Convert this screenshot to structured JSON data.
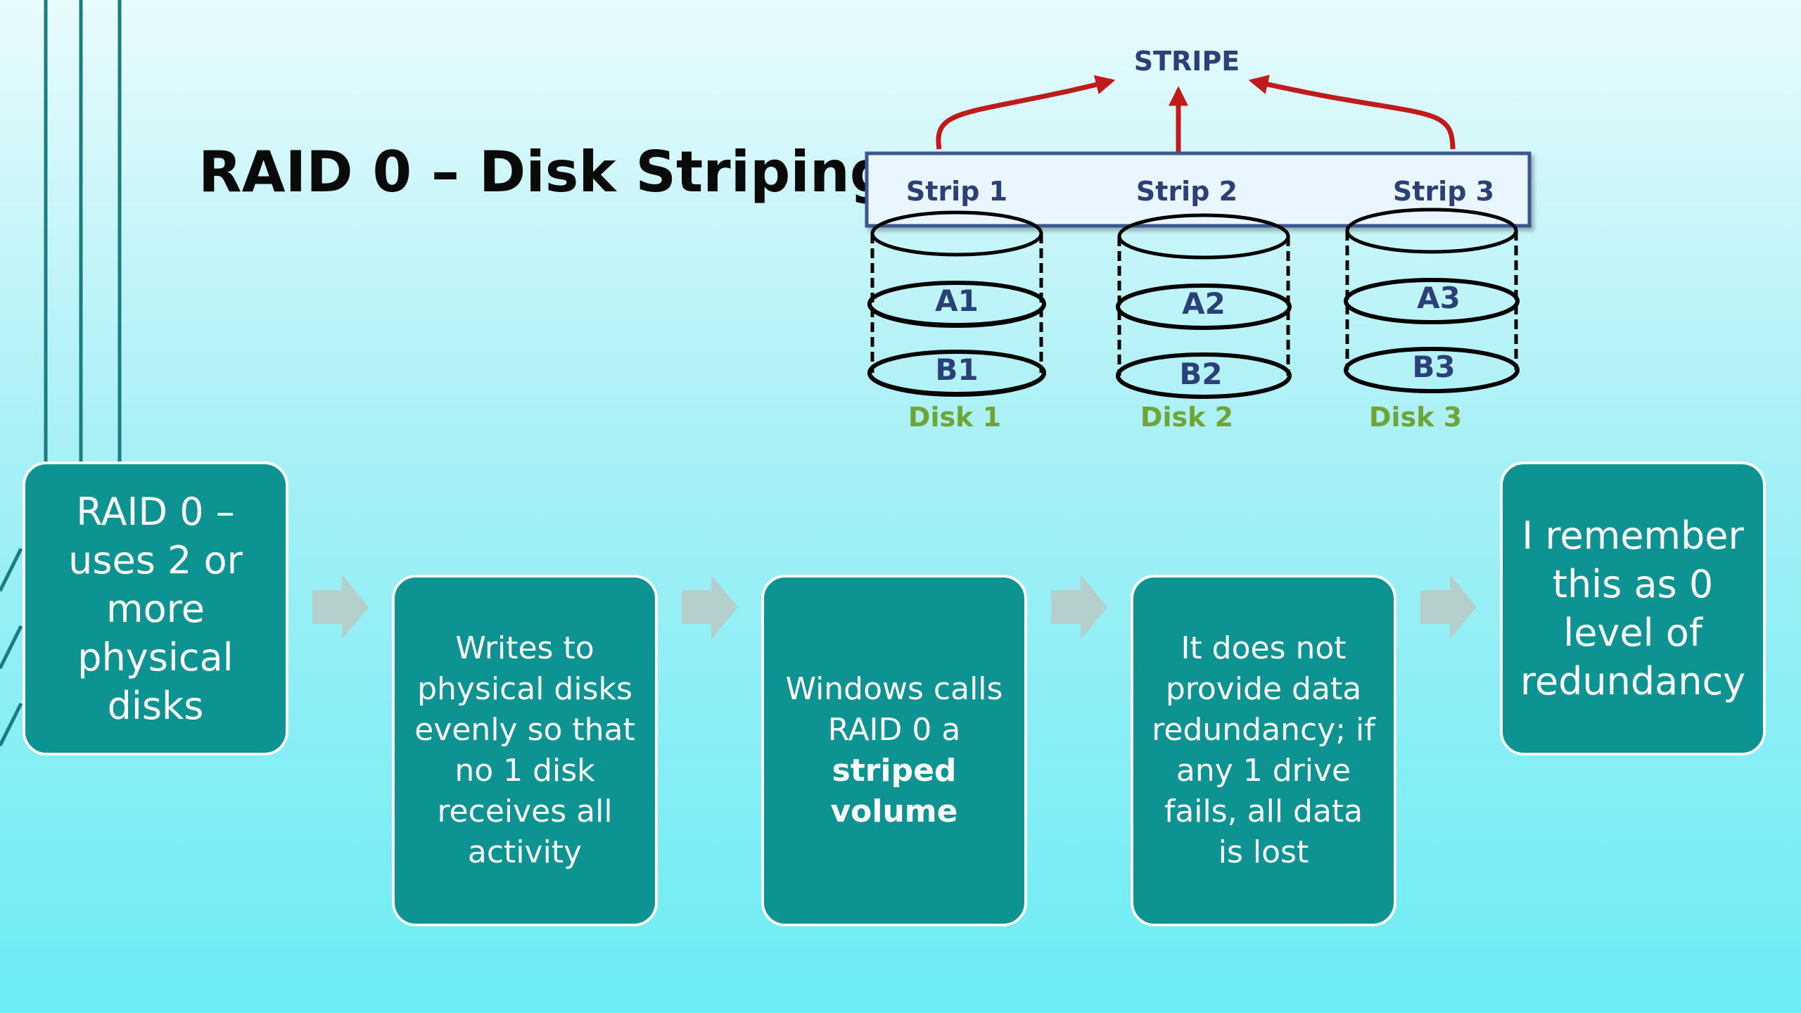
{
  "slide": {
    "title": "RAID 0 – Disk Striping"
  },
  "diagram": {
    "stripe_label": "STRIPE",
    "strips": [
      "Strip 1",
      "Strip 2",
      "Strip 3"
    ],
    "disks": [
      {
        "name": "Disk 1",
        "blocks": [
          "A1",
          "B1"
        ]
      },
      {
        "name": "Disk 2",
        "blocks": [
          "A2",
          "B2"
        ]
      },
      {
        "name": "Disk 3",
        "blocks": [
          "A3",
          "B3"
        ]
      }
    ],
    "colors": {
      "label": "#2b3f78",
      "disk_label": "#6fa537",
      "arrow": "#c01b1b"
    }
  },
  "process": {
    "step1": "RAID 0 – uses 2 or more physical disks",
    "step2": "Writes to physical disks evenly so that no 1 disk receives all activity",
    "step3_pre": "Windows calls RAID 0 a",
    "step3_bold": "striped volume",
    "step4": "It does not provide data redundancy; if any 1 drive fails, all data is lost",
    "step5": "I remember this as 0 level of redundancy"
  },
  "colors": {
    "box": "#0e9393",
    "chevron": "#b5cfcc"
  }
}
